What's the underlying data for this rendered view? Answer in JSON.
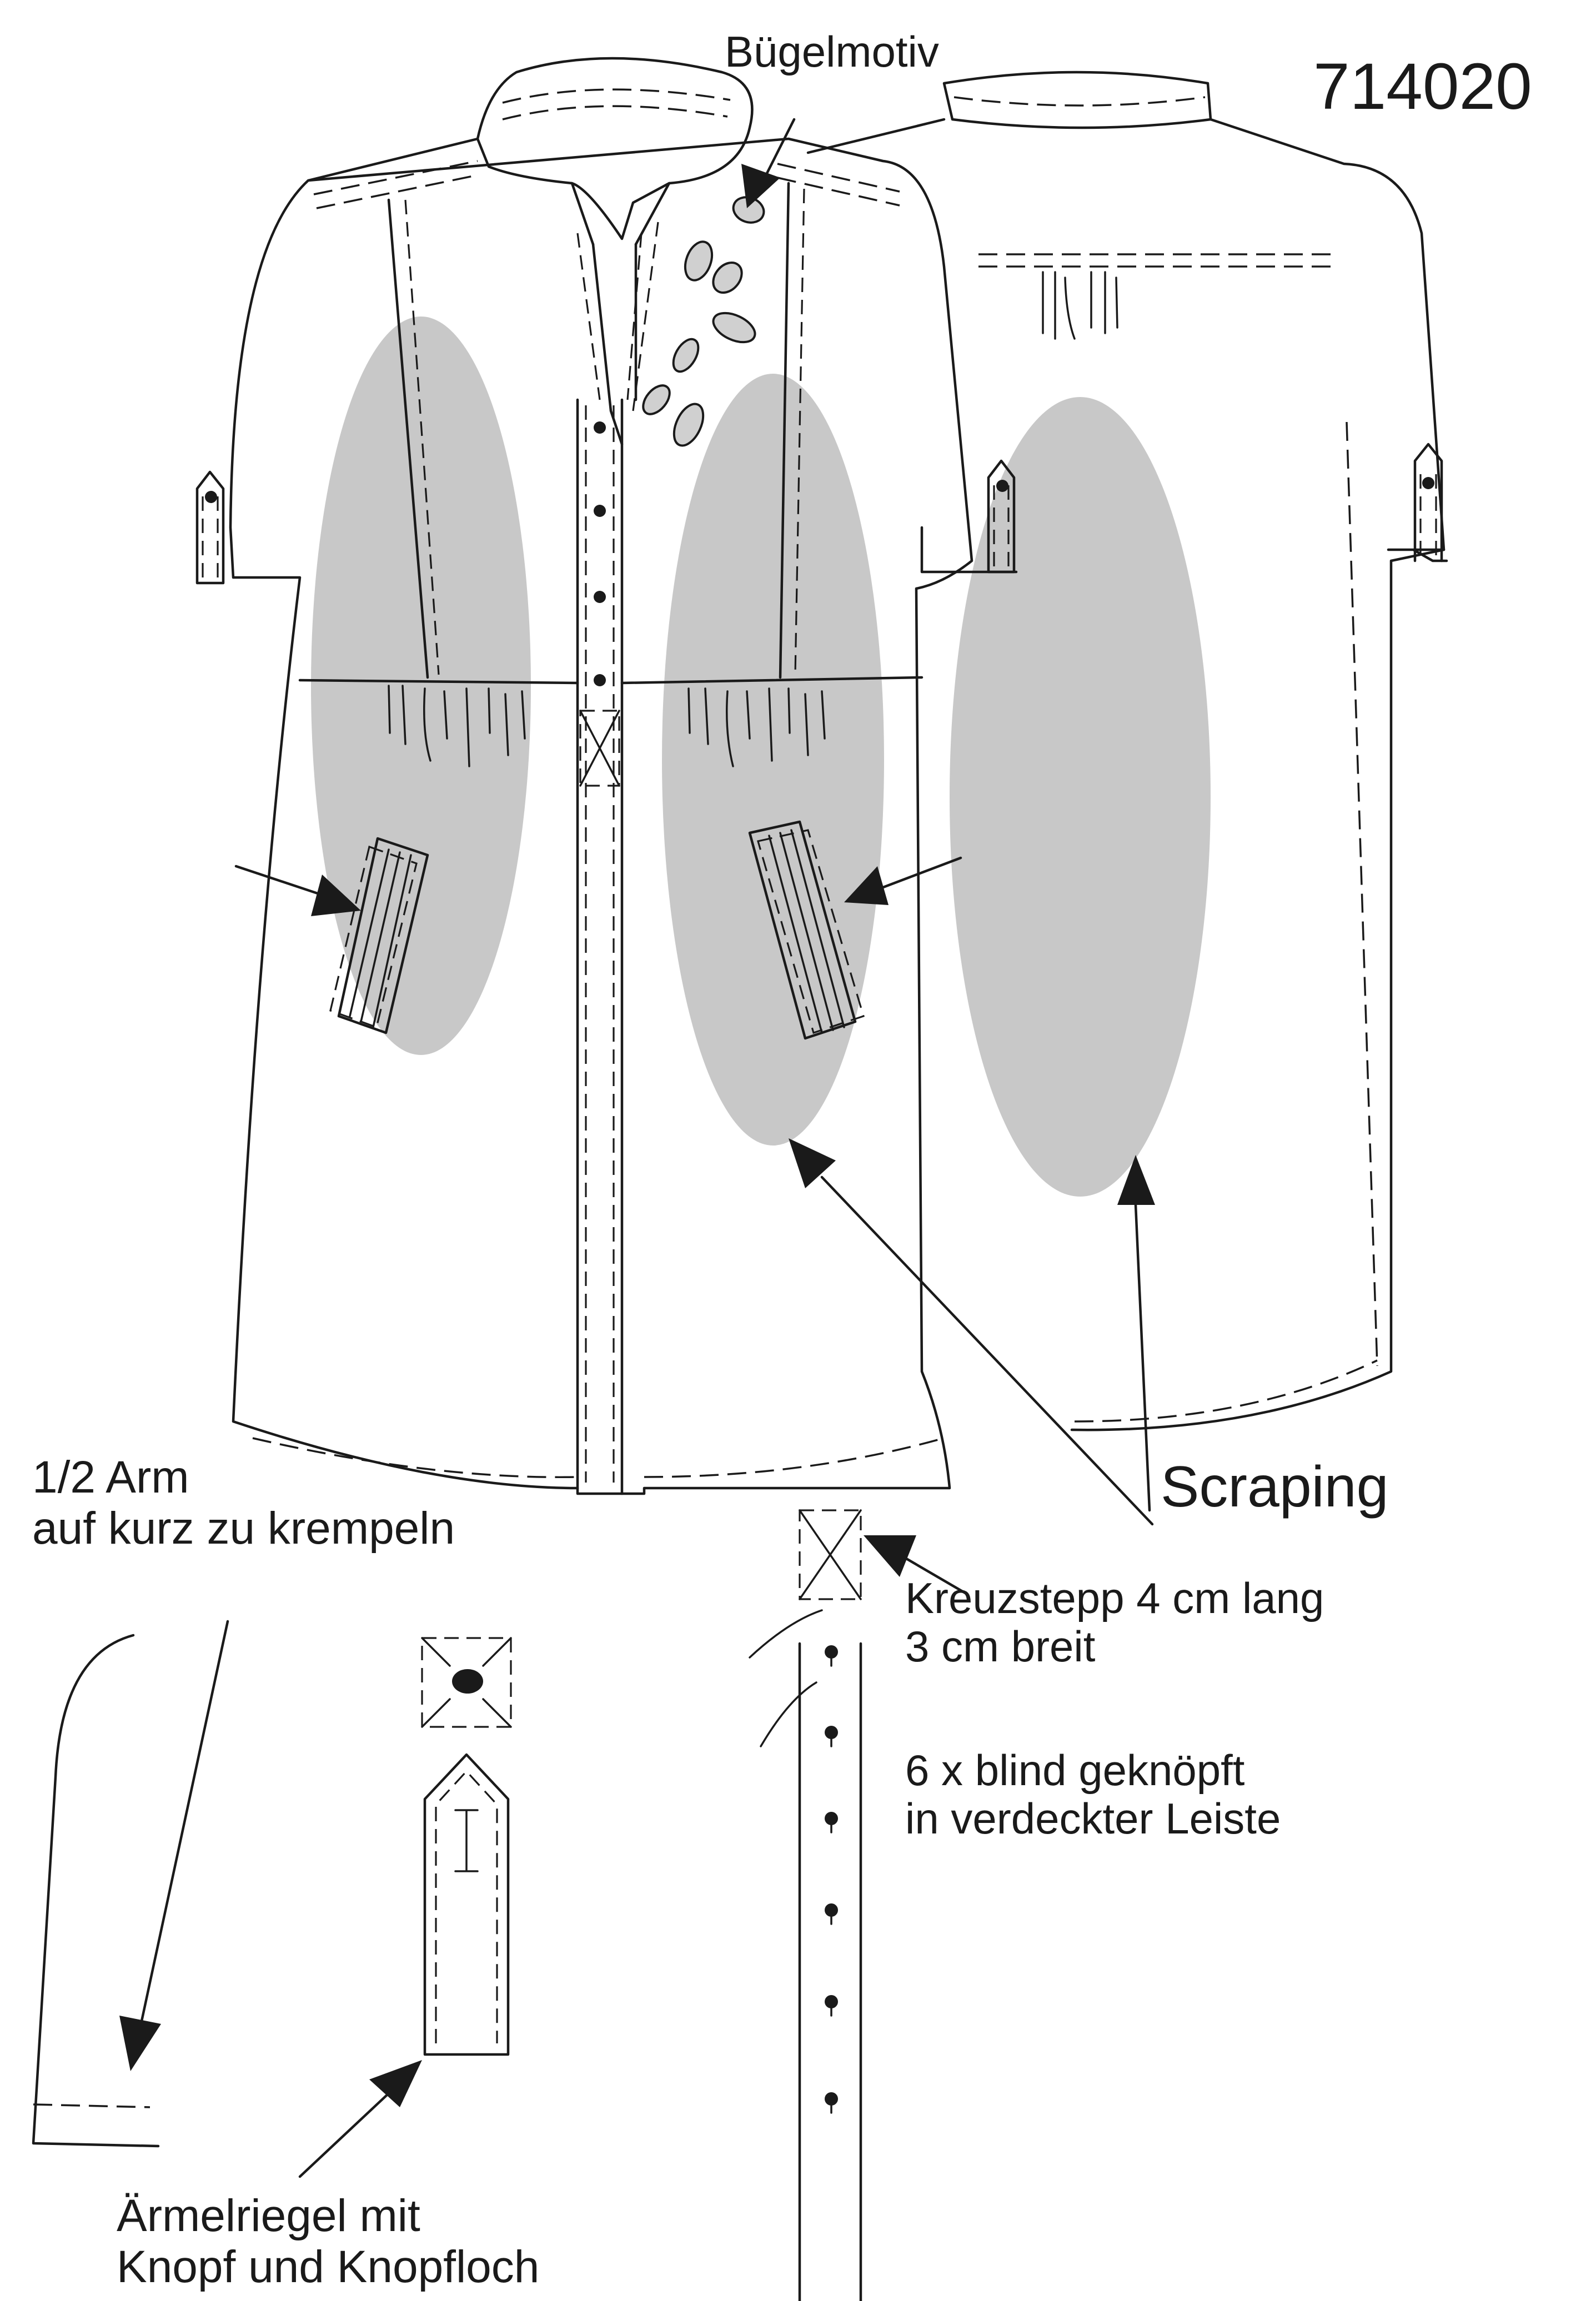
{
  "model_number": "714020",
  "labels": {
    "iron_motif": "Bügelmotiv",
    "scraping": "Scraping",
    "sleeve_line1": "1/2 Arm",
    "sleeve_line2": "auf kurz zu krempeln",
    "tab_line1": "Ärmelriegel mit",
    "tab_line2": "Knopf und Knopfloch",
    "cross_line1": "Kreuzstepp 4 cm lang",
    "cross_line2": "3 cm breit",
    "placket_line1": "6 x blind geknöpft",
    "placket_line2": "in verdeckter Leiste"
  },
  "colors": {
    "line": "#1a1a1a",
    "wash": "#c8c8c8",
    "background": "#ffffff"
  }
}
